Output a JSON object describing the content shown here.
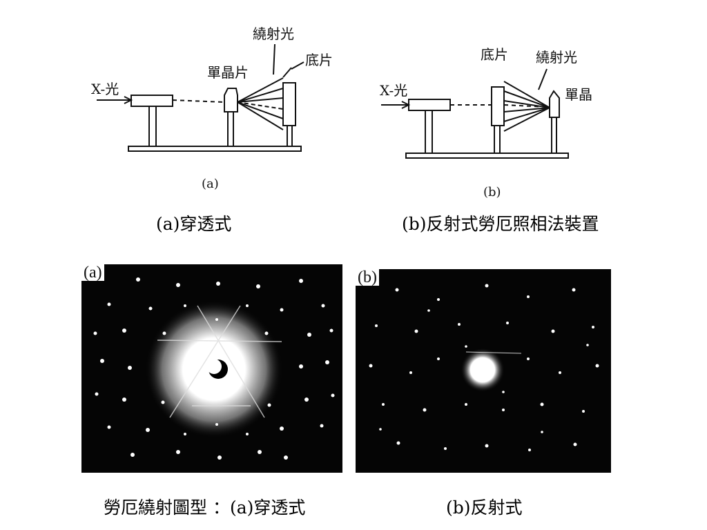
{
  "setup_a": {
    "xray_label": "X-光",
    "crystal_label": "單晶片",
    "diffracted_label": "繞射光",
    "film_label": "底片",
    "panel_label": "(a)"
  },
  "setup_b": {
    "xray_label": "X-光",
    "film_label": "底片",
    "diffracted_label": "繞射光",
    "crystal_label": "單晶",
    "panel_label": "(b)"
  },
  "captions": {
    "top_left": "(a)穿透式",
    "top_right": "(b)反射式勞厄照相法裝置",
    "bottom_left": "勞厄繞射圖型 ：(a)穿透式",
    "bottom_right": "(b)反射式"
  },
  "patterns": {
    "a_label": "(a)",
    "b_label": "(b)"
  }
}
